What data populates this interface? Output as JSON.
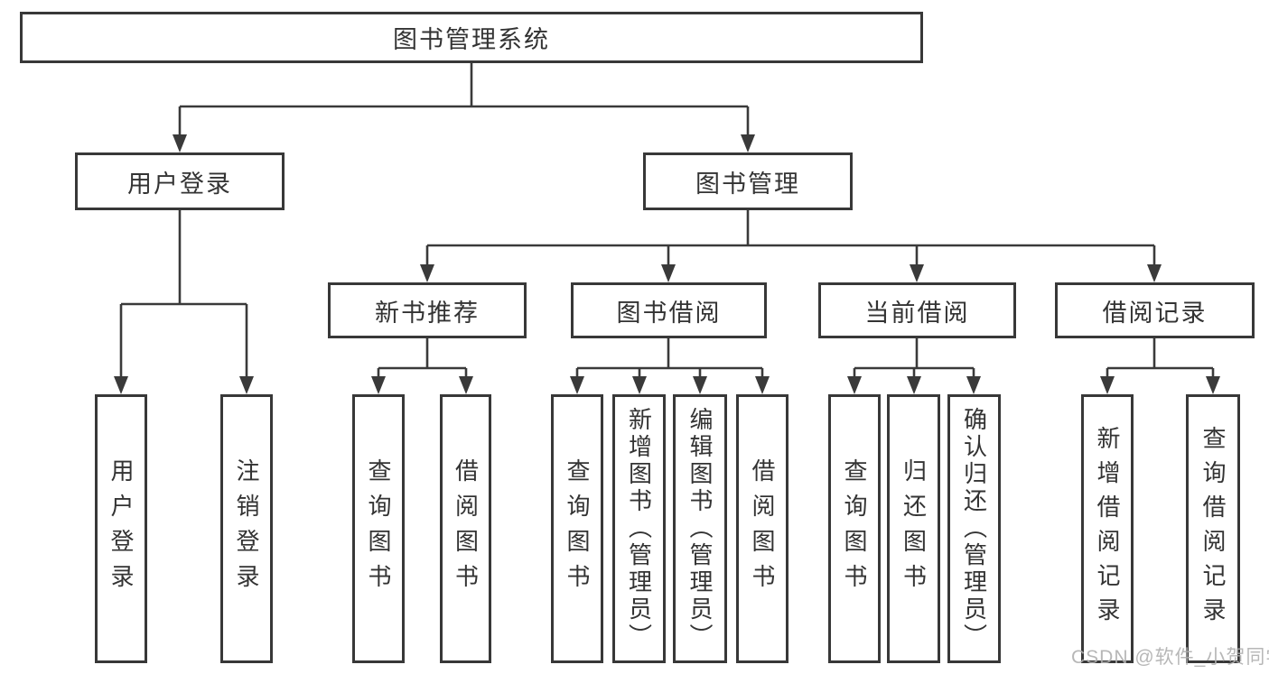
{
  "diagram": {
    "title": "图书管理系统",
    "nodes": {
      "root": "图书管理系统",
      "user_login": "用户登录",
      "book_management": "图书管理",
      "new_book_recommend": "新书推荐",
      "book_borrow": "图书借阅",
      "current_borrow": "当前借阅",
      "borrow_record": "借阅记录",
      "leaf_user_login": "用户登录",
      "leaf_logout": "注销登录",
      "leaf_query_book_a": "查询图书",
      "leaf_borrow_book_a": "借阅图书",
      "leaf_query_book_b": "查询图书",
      "leaf_add_book_admin": "新增图书（管理员）",
      "leaf_edit_book_admin": "编辑图书（管理员）",
      "leaf_borrow_book_b": "借阅图书",
      "leaf_query_book_c": "查询图书",
      "leaf_return_book": "归还图书",
      "leaf_confirm_return_admin": "确认归还（管理员）",
      "leaf_add_borrow_record": "新增借阅记录",
      "leaf_query_borrow_record": "查询借阅记录"
    },
    "hierarchy": {
      "图书管理系统": [
        "用户登录",
        "图书管理"
      ],
      "用户登录": [
        "用户登录",
        "注销登录"
      ],
      "图书管理": [
        "新书推荐",
        "图书借阅",
        "当前借阅",
        "借阅记录"
      ],
      "新书推荐": [
        "查询图书",
        "借阅图书"
      ],
      "图书借阅": [
        "查询图书",
        "新增图书（管理员）",
        "编辑图书（管理员）",
        "借阅图书"
      ],
      "当前借阅": [
        "查询图书",
        "归还图书",
        "确认归还（管理员）"
      ],
      "借阅记录": [
        "新增借阅记录",
        "查询借阅记录"
      ]
    }
  },
  "watermark": {
    "text": "CSDN @软件_小贺同学"
  },
  "colors": {
    "line": "#3a3a3a",
    "border": "#383838",
    "text": "#333333",
    "watermark": "#b0b0b0",
    "background": "#ffffff"
  }
}
